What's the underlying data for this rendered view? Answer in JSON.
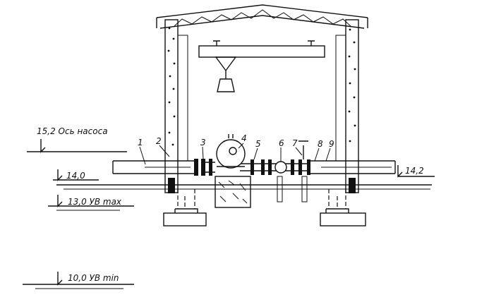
{
  "levels": {
    "pump_axis": "15,2 Ось насоса",
    "floor": "14,0",
    "right": "14,2",
    "water_max": "13,0 УВ max",
    "water_min": "10,0 УВ min"
  },
  "callouts": [
    "1",
    "2",
    "3",
    "4",
    "5",
    "6",
    "7",
    "8",
    "9"
  ]
}
